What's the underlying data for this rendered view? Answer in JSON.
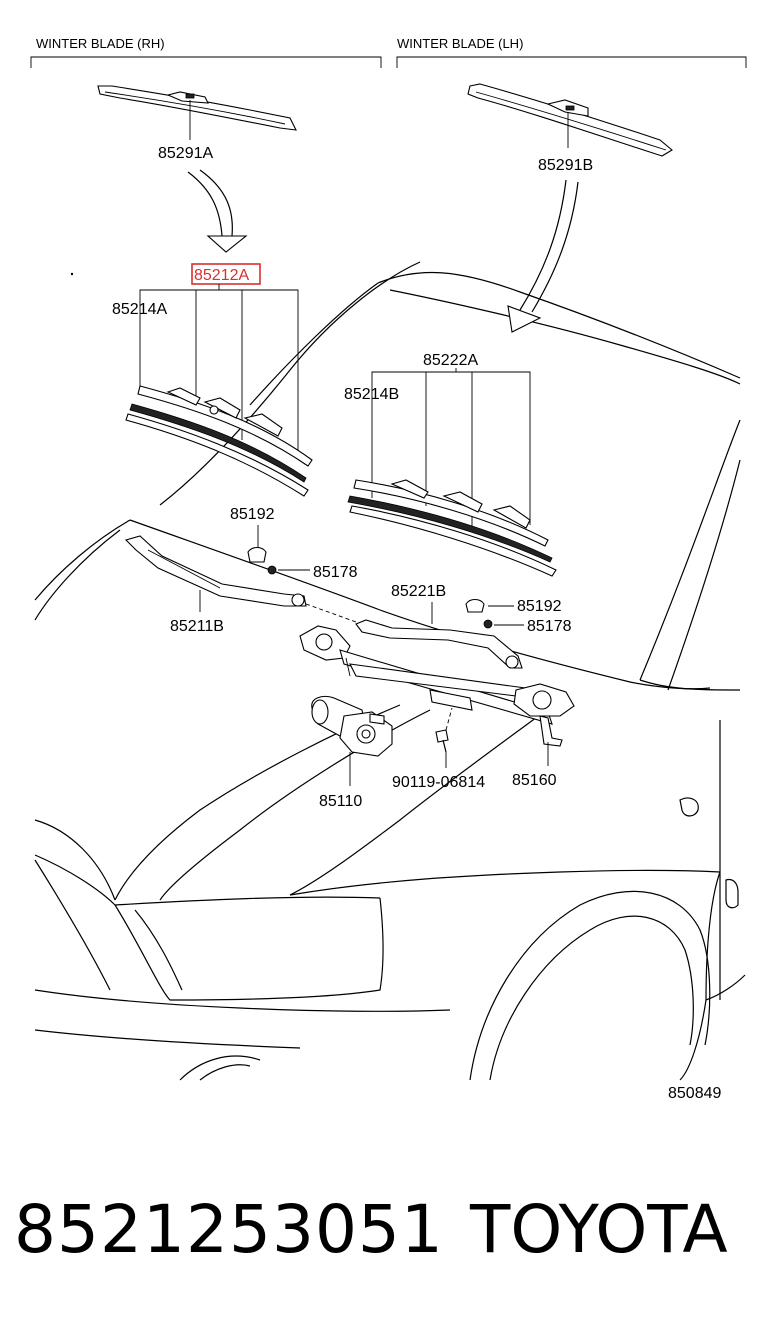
{
  "headers": {
    "winter_rh": "WINTER BLADE (RH)",
    "winter_lh": "WINTER BLADE (LH)"
  },
  "parts": {
    "p85291A": "85291A",
    "p85291B": "85291B",
    "p85212A": "85212A",
    "p85214A": "85214A",
    "p85222A": "85222A",
    "p85214B": "85214B",
    "p85192a": "85192",
    "p85178a": "85178",
    "p85211B": "85211B",
    "p85221B": "85221B",
    "p85192b": "85192",
    "p85178b": "85178",
    "p85110": "85110",
    "p9011906814": "90119-06814",
    "p85160": "85160"
  },
  "diagram_id": "850849",
  "highlight_color": "#d93030",
  "footer": {
    "part_number": "8521253051",
    "brand": "TOYOTA"
  }
}
